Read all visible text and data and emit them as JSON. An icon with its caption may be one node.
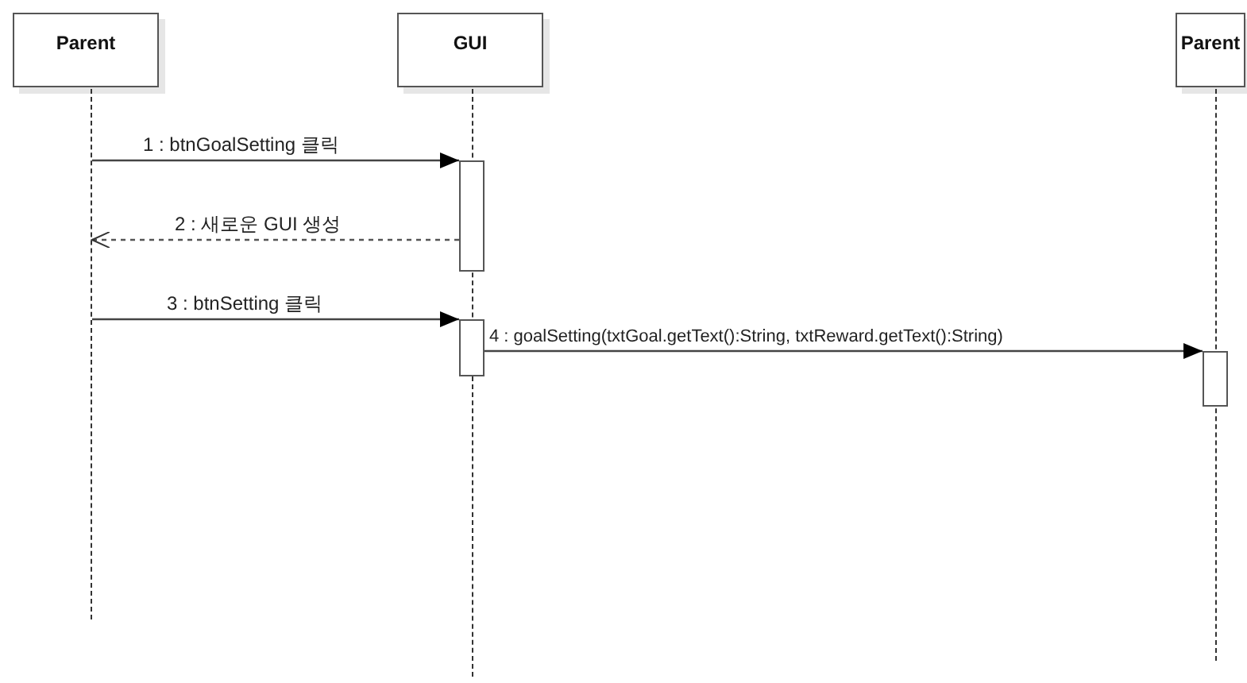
{
  "diagram": {
    "nodes": [
      {
        "text": [
          "Parent"
        ]
      },
      {
        "text": [
          "GUI"
        ]
      },
      {
        "text": [
          "Parent"
        ]
      },
      {
        "text": [],
        "shape": "line"
      },
      {
        "text": [],
        "shape": "line"
      },
      {
        "text": [],
        "shape": "line"
      },
      {
        "text": [],
        "shape": "bar"
      },
      {
        "text": [],
        "shape": "bar"
      },
      {
        "text": [],
        "shape": "bar"
      }
    ],
    "edges": [
      {
        "from": 3,
        "to": 6,
        "arrow": "to",
        "label": "1 : btnGoalSetting 클릭"
      },
      {
        "from": 6,
        "to": 3,
        "arrow": "to",
        "style": "dashed",
        "label": "2 : 새로운 GUI 생성"
      },
      {
        "from": 3,
        "to": 7,
        "arrow": "to",
        "label": "3 : btnSetting 클릭"
      },
      {
        "from": 7,
        "to": 8,
        "arrow": "to",
        "label": "4 : goalSetting(txtGoal.getText():String, txtReward.getText():String)"
      }
    ]
  }
}
